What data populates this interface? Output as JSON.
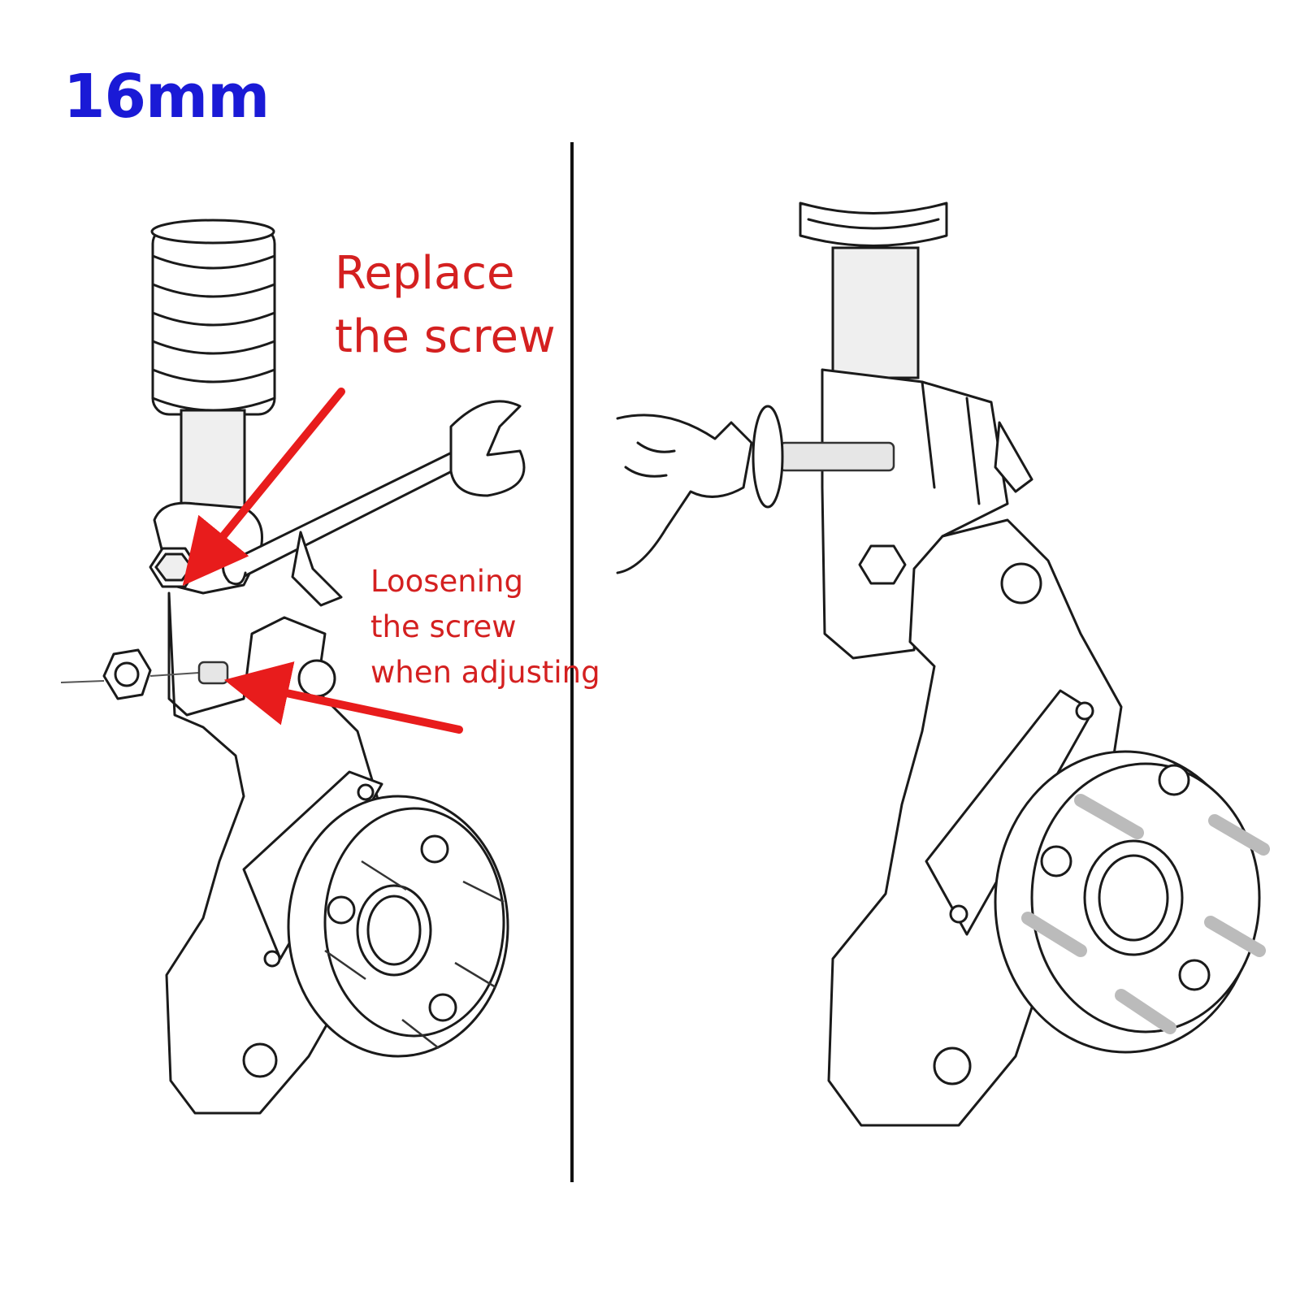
{
  "title": "16mm",
  "annotations": {
    "replace": [
      "Replace",
      "the screw"
    ],
    "loosen": [
      "Loosening",
      "the screw",
      "when adjusting"
    ]
  },
  "colors": {
    "title": "#1a1ad6",
    "annotation_text": "#d42020",
    "arrow": "#e81c1c",
    "line_art": "#1a1a1a",
    "divider": "#111111"
  },
  "icons": {
    "left_panel": "suspension-strut-knuckle-with-wrench",
    "right_panel": "suspension-strut-knuckle-with-bolt-inserted"
  }
}
